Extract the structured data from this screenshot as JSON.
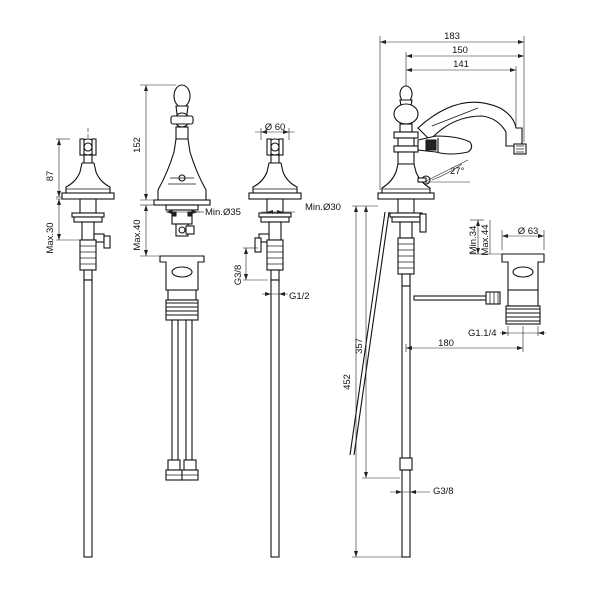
{
  "dimensions": {
    "overall_depth": "183",
    "spout_reach_150": "150",
    "spout_reach_141": "141",
    "lever_angle": "27°",
    "diameter_60": "Ø 60",
    "diameter_63": "Ø 63",
    "min_hole_35": "Min.Ø35",
    "min_hole_30": "Min.Ø30",
    "body_height_87": "87",
    "body_height_152": "152",
    "deck_max_30": "Max.30",
    "deck_max_40": "Max.40",
    "inlet_g38_side": "G3/8",
    "outlet_g12": "G1/2",
    "waste_min_34": "Min.34",
    "waste_max_44": "Max.44",
    "waste_g114": "G1.1/4",
    "rod_length_180": "180",
    "total_length_357": "357",
    "total_length_452": "452",
    "inlet_g38_bottom": "G3/8"
  }
}
